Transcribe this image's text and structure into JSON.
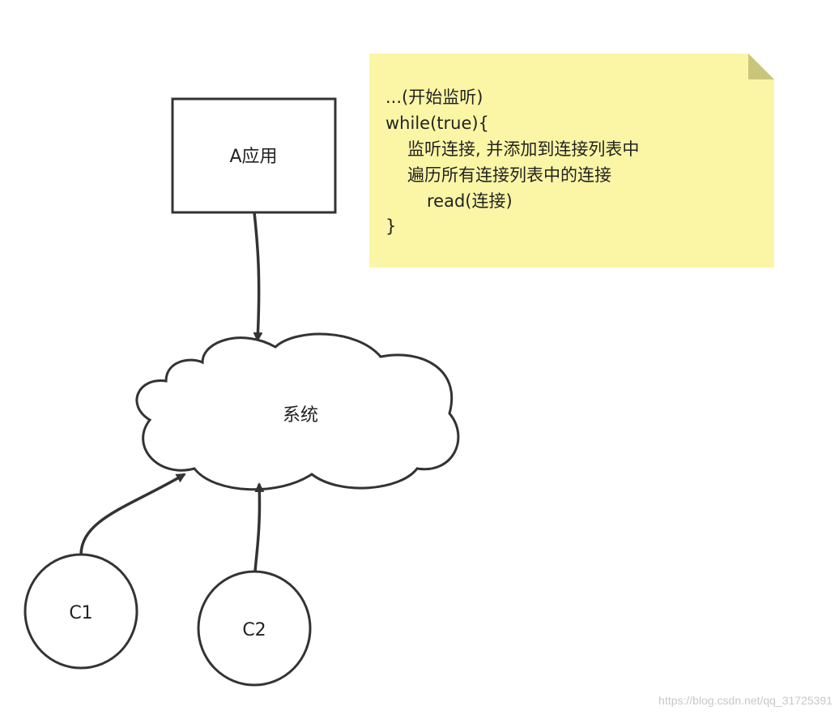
{
  "nodes": {
    "app_a": {
      "label": "A应用"
    },
    "system": {
      "label": "系统"
    },
    "c1": {
      "label": "C1"
    },
    "c2": {
      "label": "C2"
    }
  },
  "note": {
    "lines": [
      "...(开始监听)",
      "while(true){",
      "监听连接, 并添加到连接列表中",
      "遍历所有连接列表中的连接",
      "read(连接)",
      "}"
    ],
    "fill_color": "#fbf6a5",
    "fold_color": "#c9c57a"
  },
  "watermark": "https://blog.csdn.net/qq_31725391"
}
